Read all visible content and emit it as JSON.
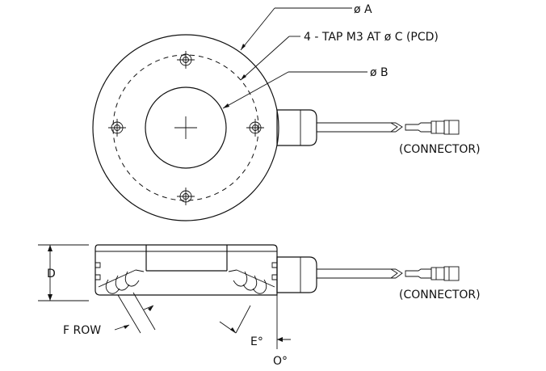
{
  "labels": {
    "outer_diameter": "ø A",
    "tap_holes": "4 - TAP  M3  AT ø C  (PCD)",
    "inner_diameter": "ø B",
    "connector_top": "(CONNECTOR)",
    "connector_side": "(CONNECTOR)",
    "height": "D",
    "led_rows": "F  ROW",
    "angle_e": "E°",
    "angle_o": "O°"
  }
}
